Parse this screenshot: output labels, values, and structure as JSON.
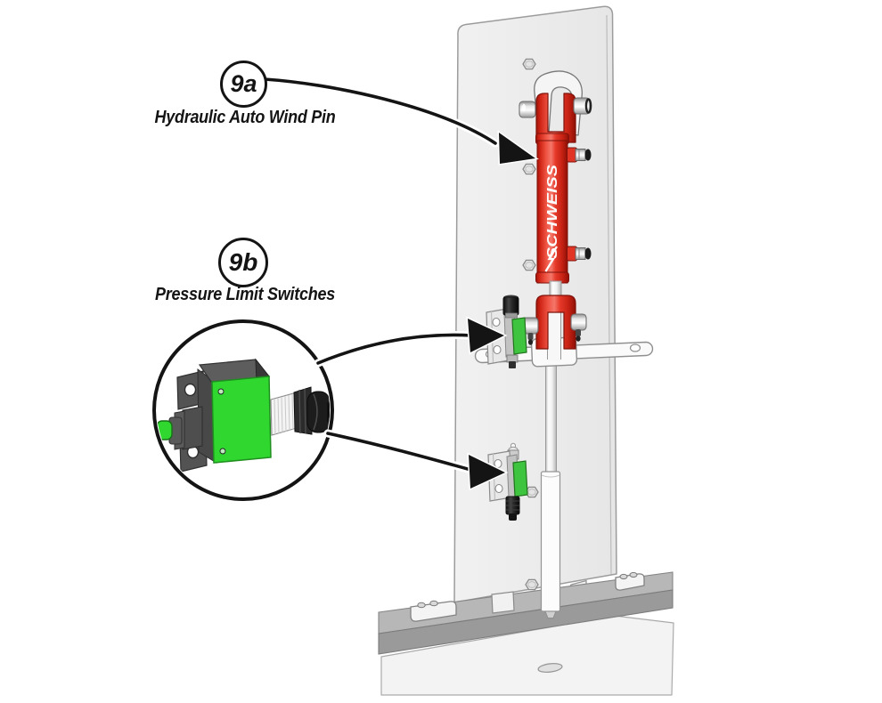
{
  "figure": {
    "callouts": {
      "a": {
        "id": "9a",
        "caption": "Hydraulic Auto Wind Pin"
      },
      "b": {
        "id": "9b",
        "caption": "Pressure Limit Switches"
      }
    },
    "cylinder_brand": "SCHWEISS",
    "colors": {
      "cylinder_red": "#e23425",
      "switch_green": "#2fd72f",
      "switch_green_mounted": "#3ec43e",
      "panel_gray": "#ededed",
      "rail_gray": "#b7b7b7",
      "floor_gray": "#f3f3f3",
      "line_black": "#141414"
    }
  }
}
